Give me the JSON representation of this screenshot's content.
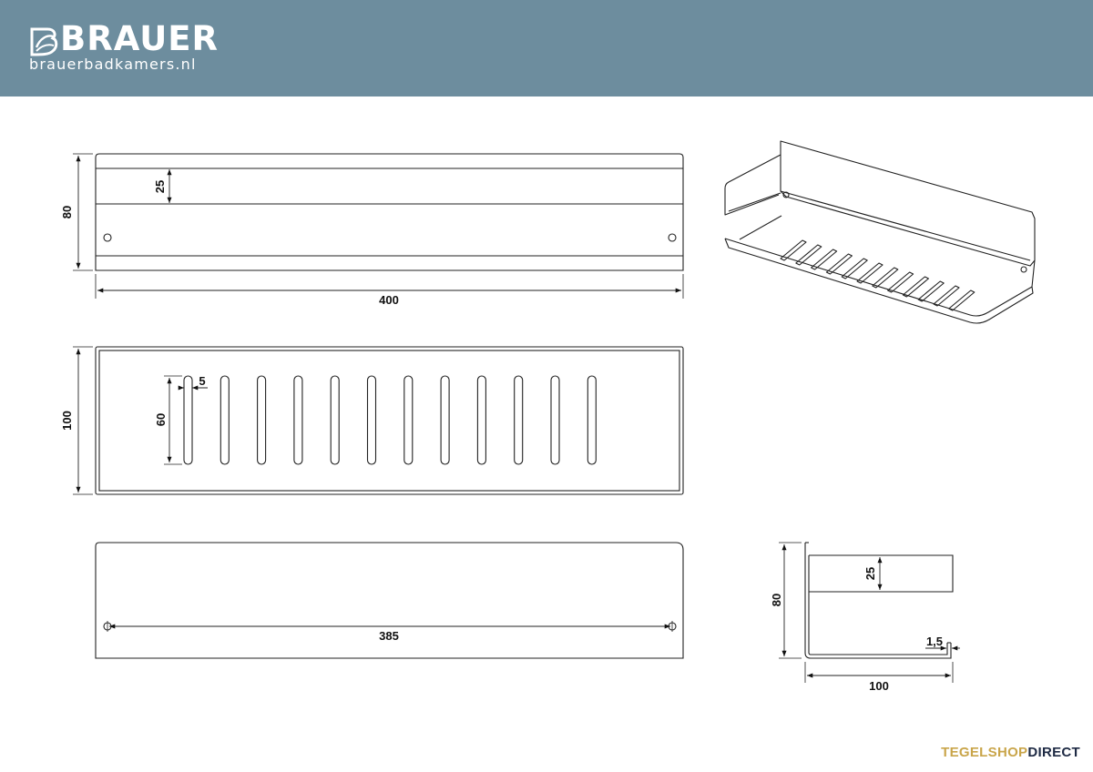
{
  "header": {
    "brand_name": "BRAUER",
    "brand_url": "brauerbadkamers.nl",
    "background_color": "#6d8d9e",
    "logo_icon": "brauer-leaf-logo"
  },
  "front_view": {
    "height_label": "80",
    "lip_label": "25",
    "width_label": "400"
  },
  "top_view": {
    "depth_label": "100",
    "slot_length_label": "60",
    "slot_width_label": "5",
    "slot_count": 12
  },
  "back_view": {
    "hole_spacing_label": "385"
  },
  "side_view": {
    "height_label": "80",
    "lip_label": "25",
    "thickness_label": "1,5",
    "depth_label": "100"
  },
  "perspective_view": {
    "slot_count": 12
  },
  "footer": {
    "brand_part1": "TEGELSHOP",
    "brand_part2": "DIRECT",
    "part1_color": "#c9a54a",
    "part2_color": "#1e2a44"
  }
}
